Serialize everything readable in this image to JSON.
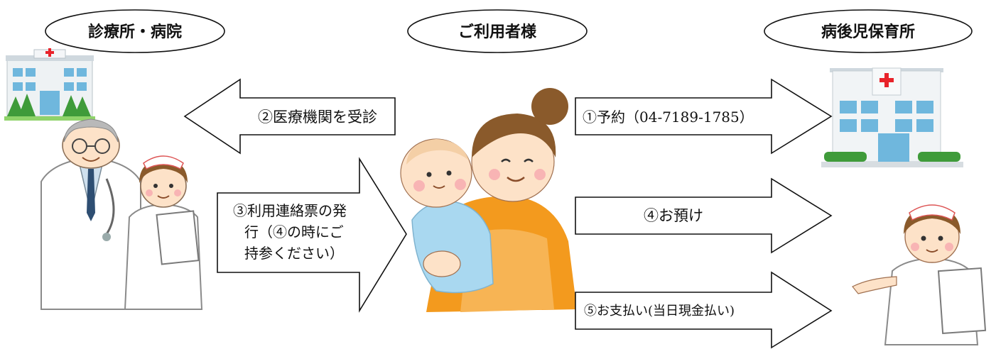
{
  "headers": {
    "left": "診療所・病院",
    "center": "ご利用者様",
    "right": "病後児保育所"
  },
  "steps": {
    "step1": "①予約（04-7189-1785）",
    "step2": "②医療機関を受診",
    "step3_line1": "③利用連絡票の発",
    "step3_line2": "行（④の時にご",
    "step3_line3": "持参ください）",
    "step4": "④お預け",
    "step5": "⑤お支払い(当日現金払い)"
  },
  "icons": {
    "clinic_building": "clinic-building-icon",
    "doctor_nurse": "doctor-and-nurse-icon",
    "mother_baby": "mother-holding-baby-icon",
    "nursery_building": "nursery-building-icon",
    "nurse": "nurse-with-clipboard-icon"
  },
  "colors": {
    "red_cross": "#e8232a",
    "apron": "#f39a1e",
    "baby_clothes": "#a9d8f0",
    "skin": "#fde2c8",
    "hair_brown": "#8a5a2b",
    "building": "#e9eef2",
    "window_blue": "#6fb7dd",
    "tree_green": "#3f9b3a"
  }
}
